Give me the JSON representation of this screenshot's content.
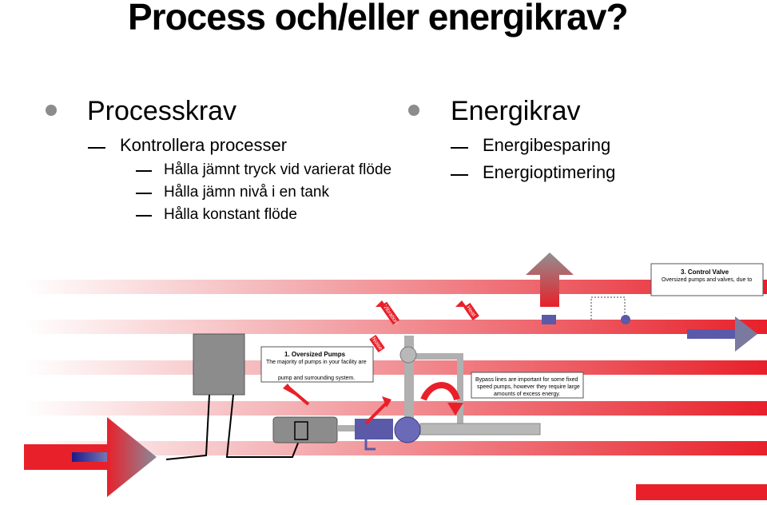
{
  "slide": {
    "title": "Process och/eller energikrav?",
    "left": {
      "heading": "Processkrav",
      "sub": "Kontrollera processer",
      "items": [
        "Hålla jämnt tryck vid varierat flöde",
        "Hålla jämn nivå i en tank",
        "Hålla konstant flöde"
      ]
    },
    "right": {
      "heading": "Energikrav",
      "items": [
        "Energibesparing",
        "Energioptimering"
      ]
    }
  },
  "diagram": {
    "callout1_title": "1. Oversized Pumps",
    "callout1_text1": "The majority of pumps in your facility are",
    "callout1_text2": "pump and surrounding system.",
    "callout3_title": "3. Control Valve",
    "callout3_text": "Oversized pumps and valves, due to",
    "bypass_text1": "Bypass lines are important for some fixed",
    "bypass_text2": "speed pumps, however they require large",
    "bypass_text3": "amounts of excess energy.",
    "tag_heat": "Heat",
    "tag_vibration": "Vibration",
    "tag_noise": "Noise"
  },
  "colors": {
    "accent_red": "#e8202a",
    "pump_blue": "#5a5aa8",
    "bullet_gray": "#8c8c8c"
  }
}
